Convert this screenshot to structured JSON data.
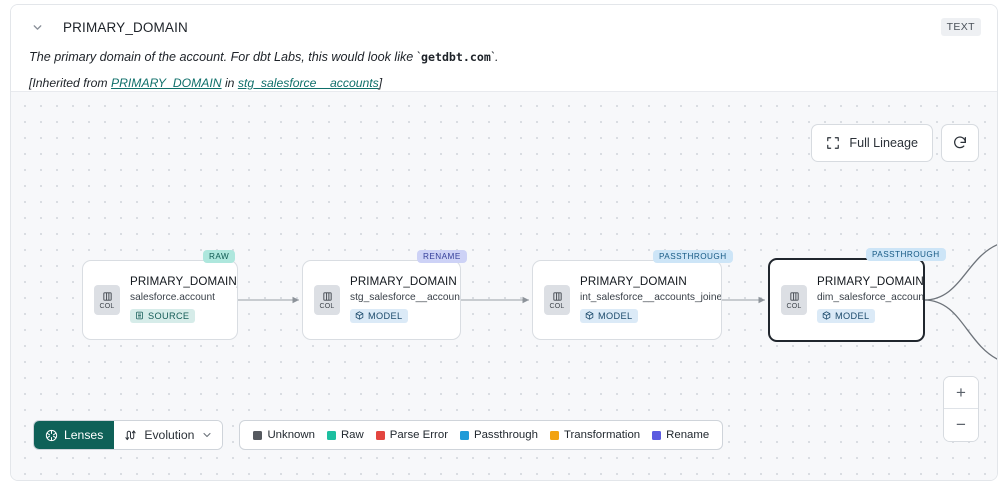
{
  "header": {
    "chevron_icon": "chevron-down-icon",
    "column_title": "PRIMARY_DOMAIN",
    "type_badge": "TEXT",
    "description_pre": "The primary domain of the account. For dbt Labs, this would look like `",
    "description_code": "getdbt.com",
    "description_post": "`.",
    "inherited_prefix": "[Inherited from ",
    "inherited_column_link": "PRIMARY_DOMAIN",
    "inherited_middle": " in ",
    "inherited_model_link": "stg_salesforce__accounts",
    "inherited_suffix": "]"
  },
  "canvas_controls": {
    "full_lineage_label": "Full Lineage",
    "full_lineage_icon": "expand-icon",
    "refresh_icon": "refresh-icon",
    "zoom_in_label": "+",
    "zoom_out_label": "−"
  },
  "lineage": {
    "nodes": [
      {
        "badge": "RAW",
        "badge_style": "badge-raw",
        "chip_label": "COL",
        "name": "PRIMARY_DOMAIN__C",
        "subtitle": "salesforce.account",
        "type_tag": "SOURCE",
        "type_tag_style": "source",
        "type_tag_icon": "database-icon",
        "selected": false
      },
      {
        "badge": "RENAME",
        "badge_style": "badge-rename",
        "chip_label": "COL",
        "name": "PRIMARY_DOMAIN",
        "subtitle": "stg_salesforce__accounts",
        "type_tag": "MODEL",
        "type_tag_style": "model",
        "type_tag_icon": "cube-icon",
        "selected": false
      },
      {
        "badge": "PASSTHROUGH",
        "badge_style": "badge-passthrough",
        "chip_label": "COL",
        "name": "PRIMARY_DOMAIN",
        "subtitle": "int_salesforce__accounts_joined",
        "type_tag": "MODEL",
        "type_tag_style": "model",
        "type_tag_icon": "cube-icon",
        "selected": false
      },
      {
        "badge": "PASSTHROUGH",
        "badge_style": "badge-passthrough",
        "chip_label": "COL",
        "name": "PRIMARY_DOMAIN",
        "subtitle": "dim_salesforce_accounts",
        "type_tag": "MODEL",
        "type_tag_style": "model",
        "type_tag_icon": "cube-icon",
        "selected": true
      }
    ]
  },
  "toolbar": {
    "lenses_label": "Lenses",
    "lenses_icon": "aperture-icon",
    "evolution_label": "Evolution",
    "evolution_icon": "evolution-icon",
    "evolution_chevron": "chevron-down-icon",
    "legend": [
      {
        "label": "Unknown",
        "color": "#55595f"
      },
      {
        "label": "Raw",
        "color": "#1dbfa0"
      },
      {
        "label": "Parse Error",
        "color": "#e3453f"
      },
      {
        "label": "Passthrough",
        "color": "#1f9bd8"
      },
      {
        "label": "Transformation",
        "color": "#f2a211"
      },
      {
        "label": "Rename",
        "color": "#5b5be0"
      }
    ]
  }
}
